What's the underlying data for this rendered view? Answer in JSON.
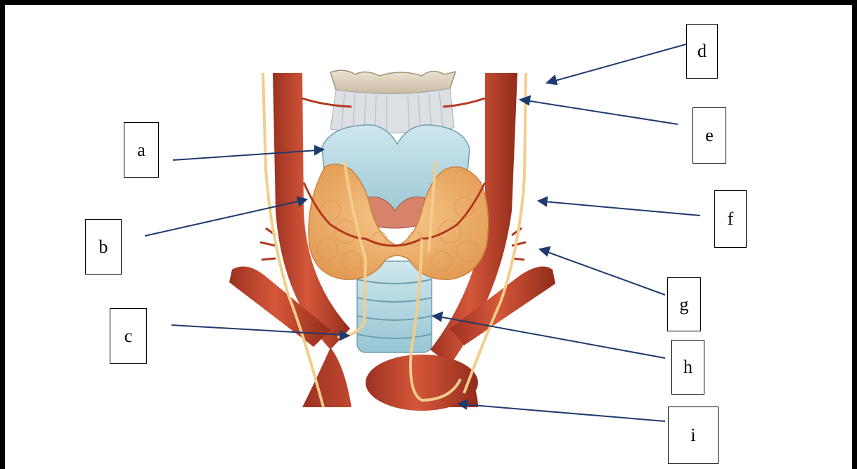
{
  "labels": {
    "a": "a",
    "b": "b",
    "c": "c",
    "d": "d",
    "e": "e",
    "f": "f",
    "g": "g",
    "h": "h",
    "i": "i"
  },
  "colors": {
    "artery": "#c0462c",
    "artery_dark": "#8e2a17",
    "thyroid": "#f0b070",
    "cartilage": "#b8dbe6",
    "nerve": "#f3cd8a",
    "arrow": "#1e3a6e"
  }
}
